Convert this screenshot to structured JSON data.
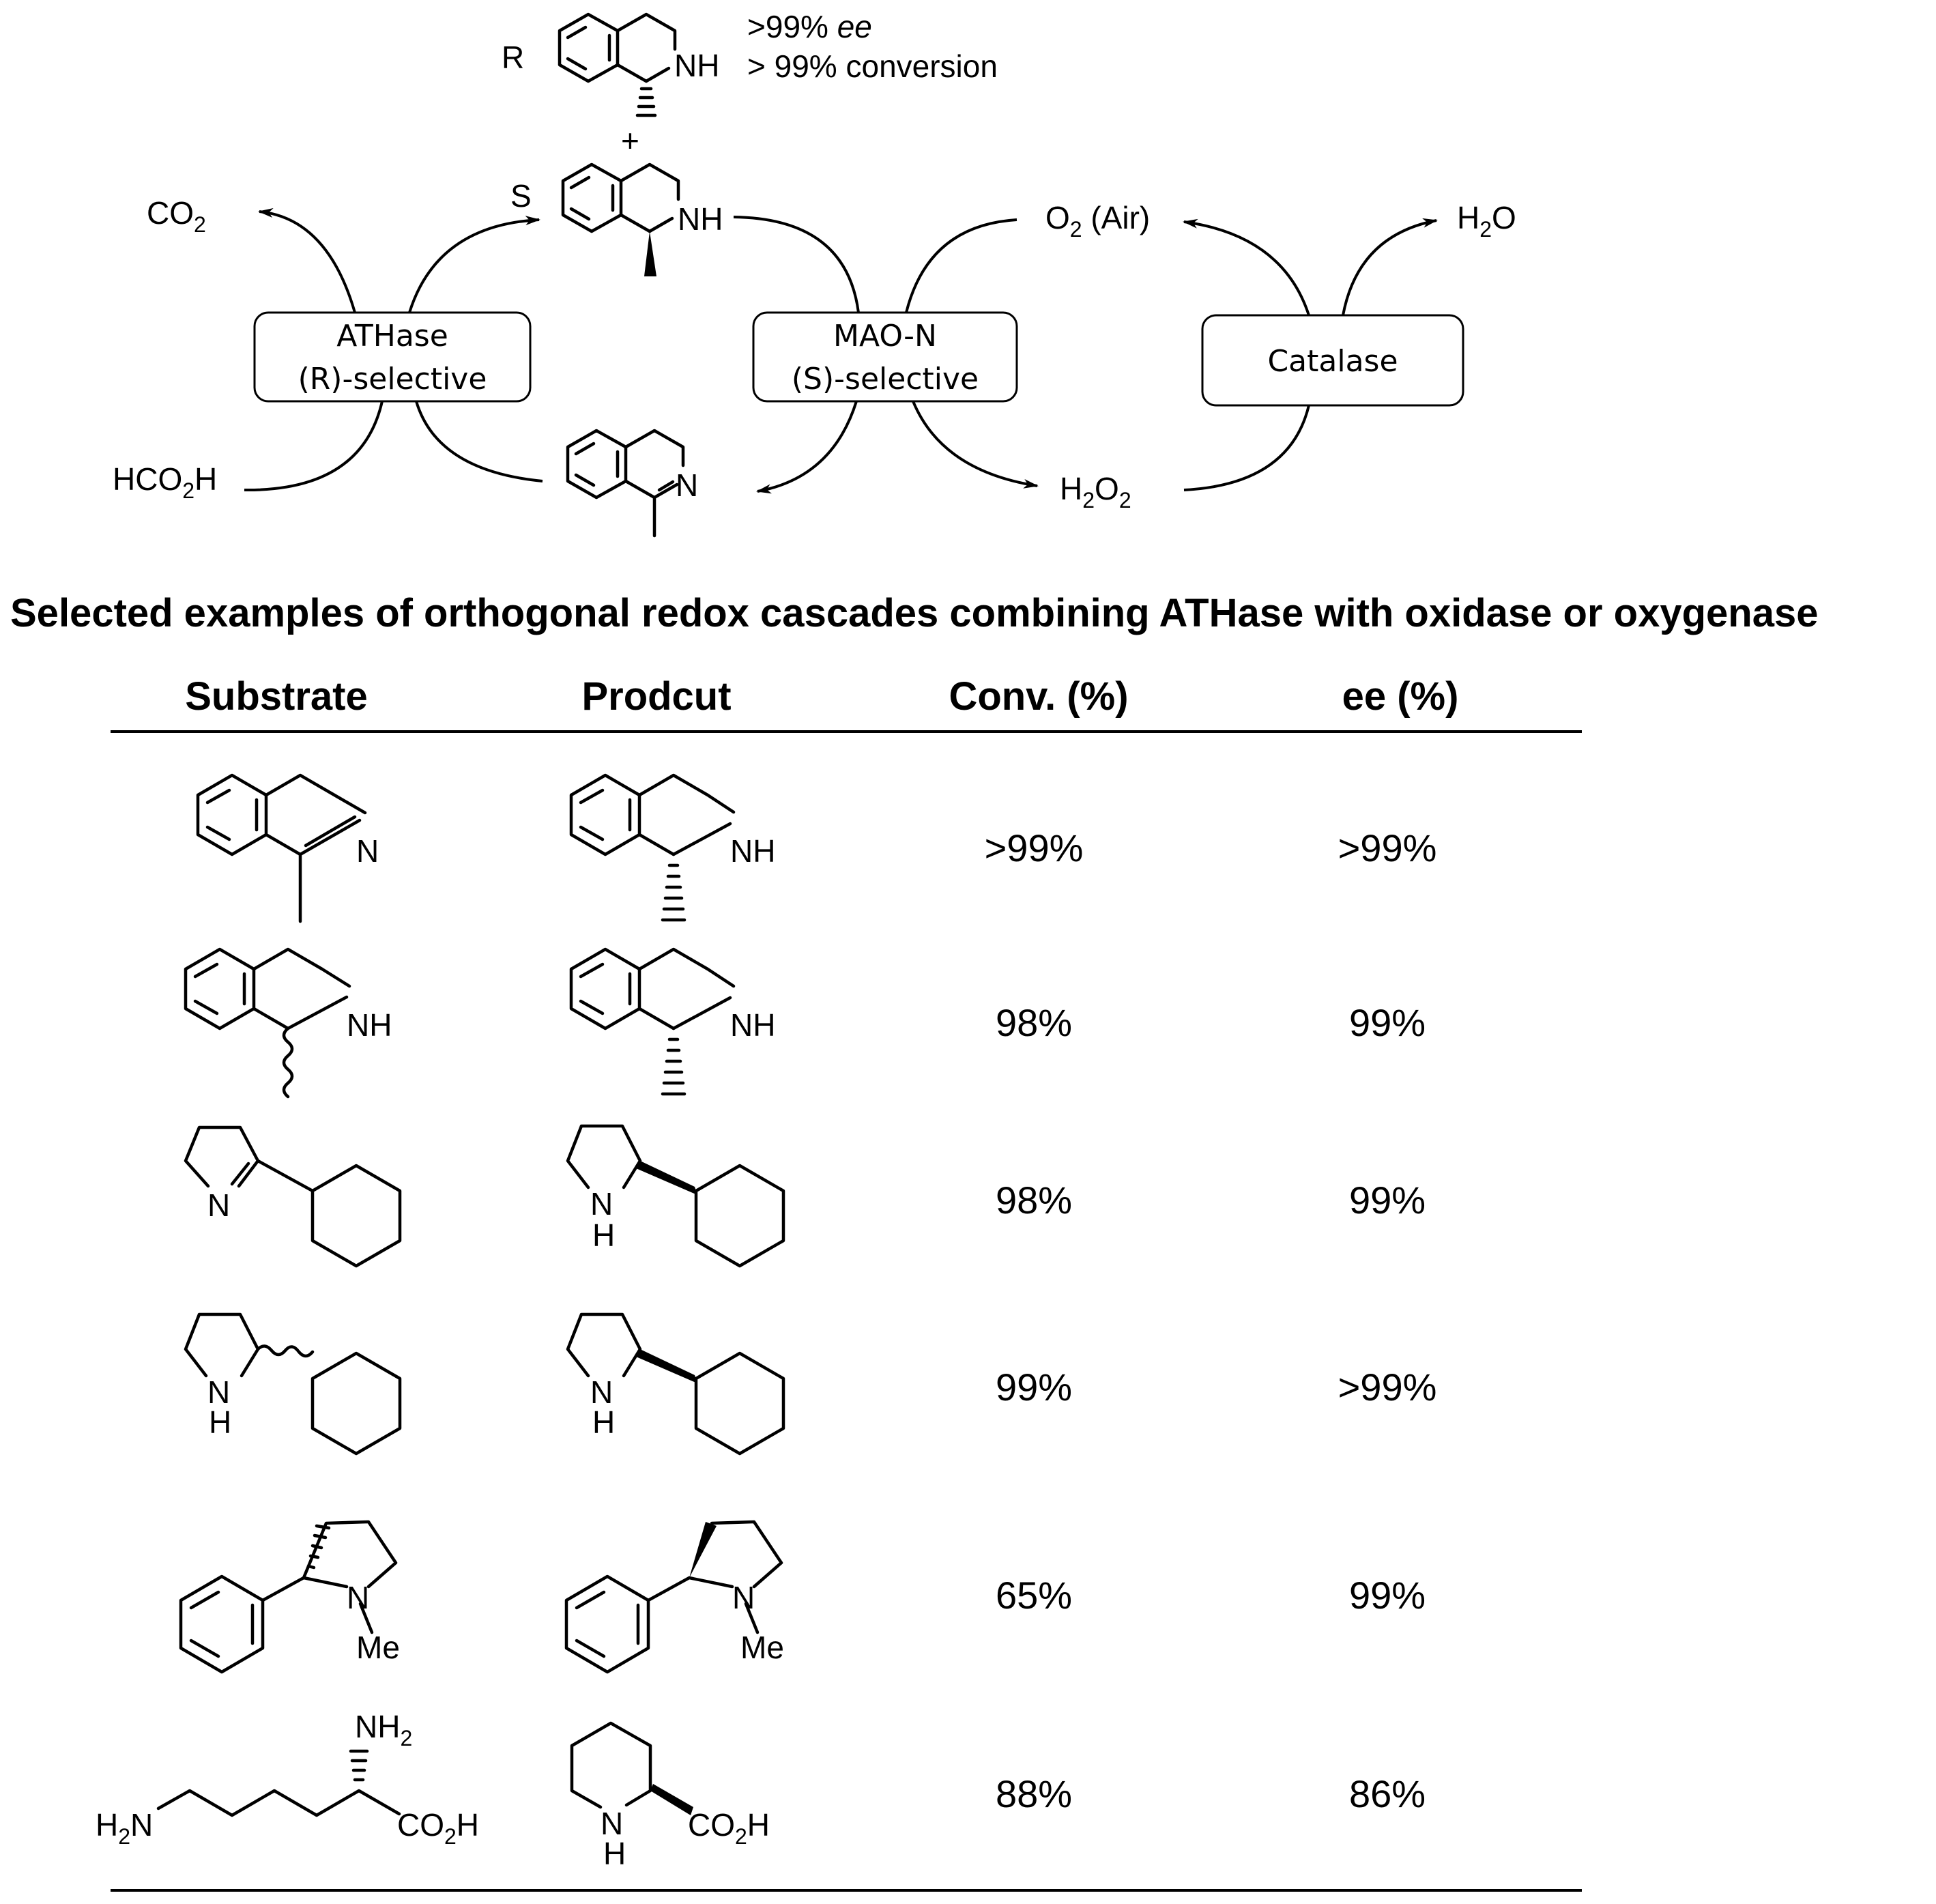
{
  "scheme": {
    "r_label": "R",
    "s_label": "S",
    "plus": "+",
    "r_ee_value": ">99% ",
    "r_ee_unit": "ee",
    "r_conversion": "> 99% conversion",
    "co2": "CO",
    "co2_sub": "2",
    "hco2h_a": "HCO",
    "hco2h_sub": "2",
    "hco2h_b": "H",
    "o2_a": "O",
    "o2_sub": "2",
    "o2_b": " (Air)",
    "h2o_a": "H",
    "h2o_sub": "2",
    "h2o_b": "O",
    "h2o2_a": "H",
    "h2o2_sub1": "2",
    "h2o2_b": "O",
    "h2o2_sub2": "2",
    "enzymes": {
      "athase_line1": "ATHase",
      "athase_line2": "(R)-selective",
      "maon_line1": "MAO-N",
      "maon_line2": "(S)-selective",
      "catalase": "Catalase"
    }
  },
  "title": "Selected examples of orthogonal redox cascades combining ATHase with oxidase or oxygenase",
  "table": {
    "headers": [
      "Substrate",
      "Prodcut",
      "Conv. (%)",
      "ee (%)"
    ],
    "rows": [
      {
        "conv": ">99%",
        "ee": ">99%"
      },
      {
        "conv": "98%",
        "ee": "99%"
      },
      {
        "conv": "98%",
        "ee": "99%"
      },
      {
        "conv": "99%",
        "ee": ">99%"
      },
      {
        "conv": "65%",
        "ee": "99%"
      },
      {
        "conv": "88%",
        "ee": "86%"
      }
    ]
  },
  "atoms": {
    "N": "N",
    "NH": "NH",
    "H": "H",
    "Me": "Me",
    "NH2_a": "NH",
    "NH2_sub": "2",
    "H2N_a": "H",
    "H2N_sub": "2",
    "H2N_b": "N",
    "CO2H_a": "CO",
    "CO2H_sub": "2",
    "CO2H_b": "H"
  }
}
